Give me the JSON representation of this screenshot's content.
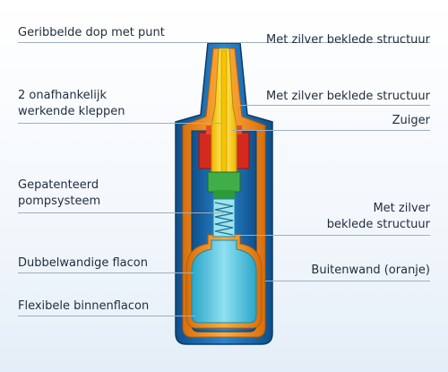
{
  "labels_left": [
    {
      "id": "geribbelde-dop",
      "text": "Geribbelde dop met punt"
    },
    {
      "id": "kleppen",
      "line1": "2 onafhankelijk",
      "line2": "werkende kleppen"
    },
    {
      "id": "pompsysteem",
      "line1": "Gepatenteerd",
      "line2": "pompsysteem"
    },
    {
      "id": "dubbelwandige",
      "text": "Dubbelwandige flacon"
    },
    {
      "id": "binnenflacon",
      "text": "Flexibele binnenflacon"
    }
  ],
  "labels_right": [
    {
      "id": "zilver-1",
      "text": "Met zilver beklede structuur"
    },
    {
      "id": "zilver-2",
      "text": "Met zilver beklede structuur"
    },
    {
      "id": "zuiger",
      "text": "Zuiger"
    },
    {
      "id": "zilver-3",
      "line1": "Met zilver",
      "line2": "beklede structuur"
    },
    {
      "id": "buitenwand",
      "text": "Buitenwand (oranje)"
    }
  ],
  "colors": {
    "outer_blue": "#1e6fb5",
    "inner_cyan": "#4fc3df",
    "orange_wall": "#f08a1c",
    "red_part": "#d42a1e",
    "yellow_part": "#ffd22e",
    "green_part": "#3fae49",
    "leader_line": "#9fb0bf"
  }
}
